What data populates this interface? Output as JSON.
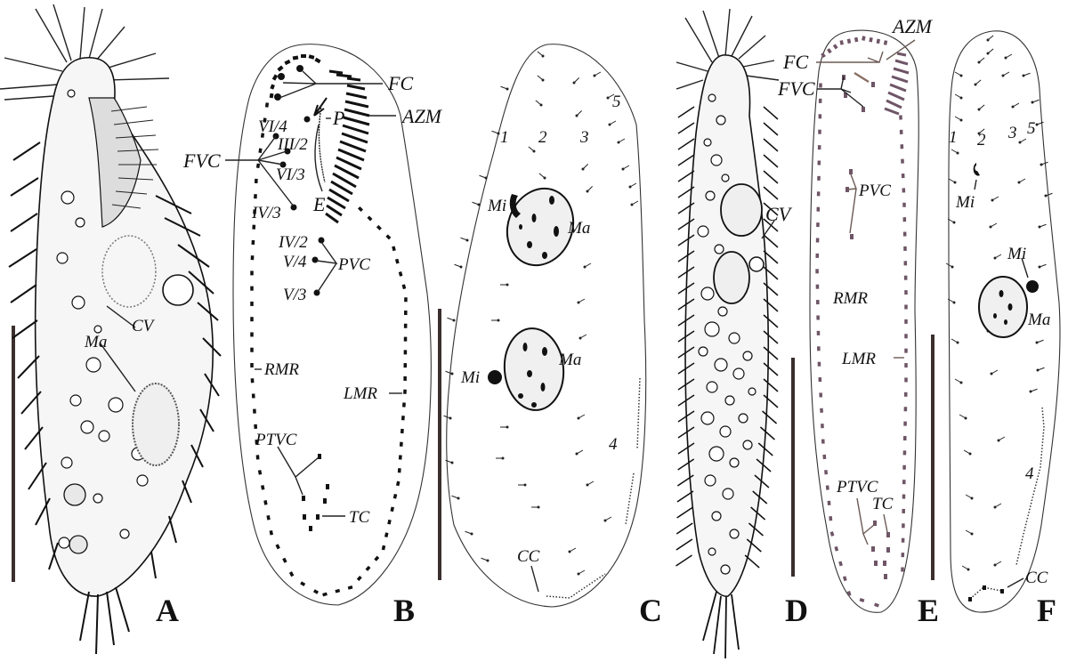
{
  "figure": {
    "description": "Six-panel morphological illustration of a hypotrich ciliate",
    "panels": [
      {
        "id": "A",
        "letter": "A",
        "type": "live-drawing",
        "labels": [
          "CV",
          "Ma"
        ]
      },
      {
        "id": "B",
        "letter": "B",
        "type": "ciliature-ventral",
        "labels": [
          "FC",
          "AZM",
          "P",
          "FVC",
          "VI/4",
          "III/2",
          "VI/3",
          "IV/3",
          "E",
          "IV/2",
          "V/4",
          "V/3",
          "PVC",
          "RMR",
          "LMR",
          "PTVC",
          "TC"
        ]
      },
      {
        "id": "C",
        "letter": "C",
        "type": "ciliature-dorsal",
        "labels": [
          "1",
          "2",
          "3",
          "4",
          "5",
          "Mi",
          "Ma",
          "Mi",
          "Ma",
          "CC"
        ]
      },
      {
        "id": "D",
        "letter": "D",
        "type": "live-drawing",
        "labels": [
          "CV"
        ]
      },
      {
        "id": "E",
        "letter": "E",
        "type": "ciliature-ventral",
        "labels": [
          "FC",
          "AZM",
          "FVC",
          "PVC",
          "RMR",
          "LMR",
          "PTVC",
          "TC"
        ]
      },
      {
        "id": "F",
        "letter": "F",
        "type": "ciliature-dorsal",
        "labels": [
          "1",
          "2",
          "3",
          "4",
          "5",
          "Mi",
          "Mi",
          "Ma",
          "CC"
        ]
      }
    ]
  },
  "labels": {
    "A": {
      "cv": "CV",
      "ma": "Ma"
    },
    "B": {
      "fc": "FC",
      "azm": "AZM",
      "p": "P",
      "fvc": "FVC",
      "vi4": "VI/4",
      "iii2": "III/2",
      "vi3": "VI/3",
      "iv3": "IV/3",
      "e": "E",
      "iv2": "IV/2",
      "v4": "V/4",
      "v3": "V/3",
      "pvc": "PVC",
      "rmr": "RMR",
      "lmr": "LMR",
      "ptvc": "PTVC",
      "tc": "TC"
    },
    "C": {
      "k1": "1",
      "k2": "2",
      "k3": "3",
      "k4": "4",
      "k5": "5",
      "mi1": "Mi",
      "ma1": "Ma",
      "mi2": "Mi",
      "ma2": "Ma",
      "cc": "CC"
    },
    "D": {
      "cv": "CV"
    },
    "E": {
      "fc": "FC",
      "azm": "AZM",
      "fvc": "FVC",
      "pvc": "PVC",
      "rmr": "RMR",
      "lmr": "LMR",
      "ptvc": "PTVC",
      "tc": "TC"
    },
    "F": {
      "k1": "1",
      "k2": "2",
      "k3": "3",
      "k4": "4",
      "k5": "5",
      "mi1": "Mi",
      "mi2": "Mi",
      "ma": "Ma",
      "cc": "CC"
    }
  },
  "colors": {
    "ink": "#111111",
    "panel_e_cirri": "#6e5566",
    "scale_bar": "#3a2f2d"
  }
}
